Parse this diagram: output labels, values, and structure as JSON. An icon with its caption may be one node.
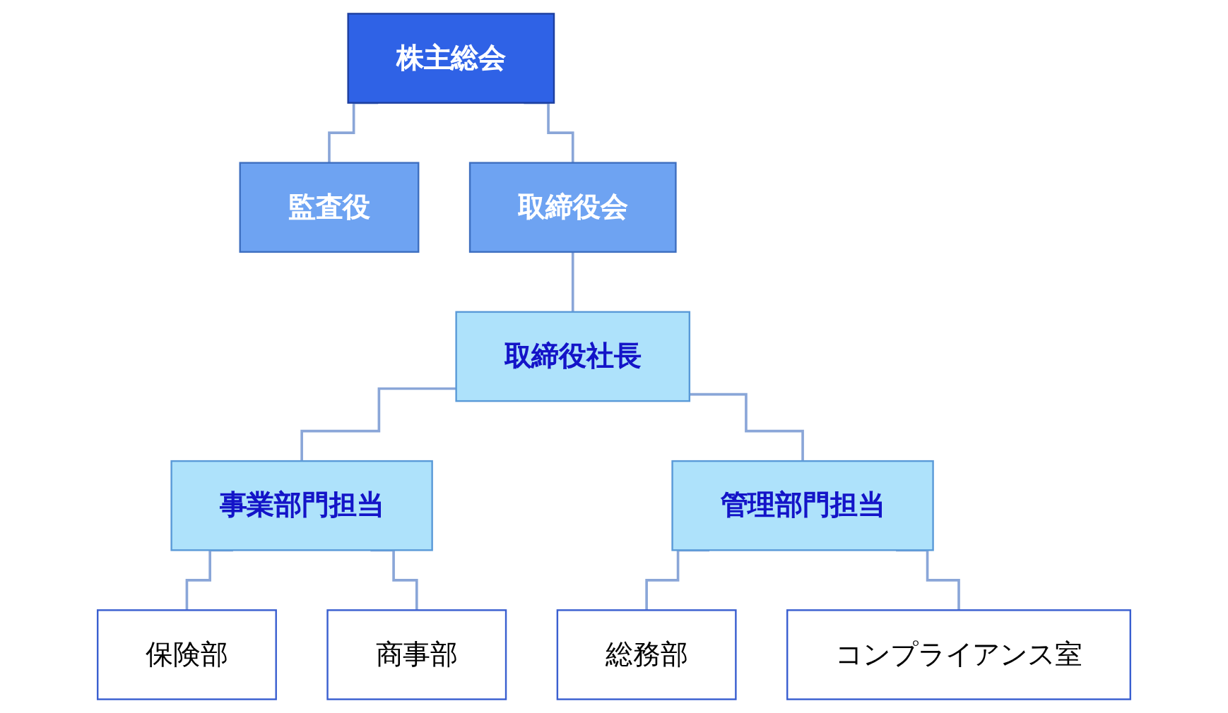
{
  "diagram": {
    "nodes": [
      {
        "text": [
          "株主総会"
        ]
      },
      {
        "text": [
          "監査役"
        ]
      },
      {
        "text": [
          "取締役会"
        ]
      },
      {
        "text": [
          "取締役社長"
        ]
      },
      {
        "text": [
          "事業部門担当"
        ]
      },
      {
        "text": [
          "管理部門担当"
        ]
      },
      {
        "text": [
          "保険部"
        ]
      },
      {
        "text": [
          "商事部"
        ]
      },
      {
        "text": [
          "総務部"
        ]
      },
      {
        "text": [
          "コンプライアンス室"
        ]
      }
    ],
    "edges": [
      {
        "from": 0,
        "to": 1,
        "arrow": "none"
      },
      {
        "from": 0,
        "to": 2,
        "arrow": "none"
      },
      {
        "from": 2,
        "to": 3,
        "arrow": "none"
      },
      {
        "from": 3,
        "to": 4,
        "arrow": "none"
      },
      {
        "from": 3,
        "to": 5,
        "arrow": "none"
      },
      {
        "from": 4,
        "to": 6,
        "arrow": "none"
      },
      {
        "from": 4,
        "to": 7,
        "arrow": "none"
      },
      {
        "from": 5,
        "to": 8,
        "arrow": "none"
      },
      {
        "from": 5,
        "to": 9,
        "arrow": "none"
      }
    ]
  }
}
